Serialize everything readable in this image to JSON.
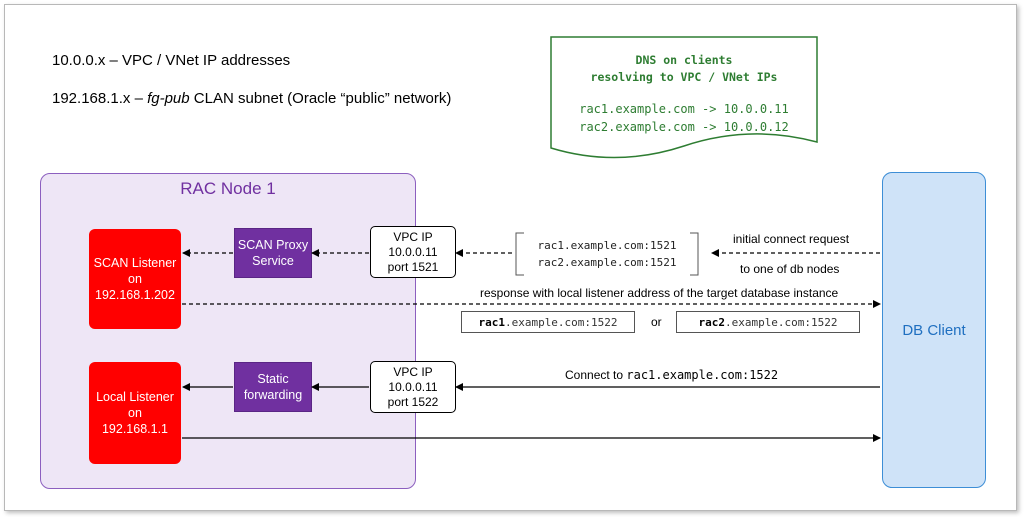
{
  "legend": {
    "line1": "10.0.0.x – VPC / VNet IP addresses",
    "line2_prefix": "192.168.1.x – ",
    "line2_italic": "fg-pub",
    "line2_suffix": " CLAN subnet (Oracle “public” network)"
  },
  "dns": {
    "title_line1": "DNS on clients",
    "title_line2": "resolving to VPC / VNet IPs",
    "records": [
      "rac1.example.com -> 10.0.0.11",
      "rac2.example.com -> 10.0.0.12"
    ]
  },
  "node": {
    "title": "RAC Node 1",
    "scan_listener": [
      "SCAN Listener",
      "on",
      "192.168.1.202"
    ],
    "local_listener": [
      "Local Listener",
      "on",
      "192.168.1.1"
    ],
    "scan_proxy": [
      "SCAN Proxy",
      "Service"
    ],
    "static_forwarding": [
      "Static",
      "forwarding"
    ]
  },
  "vpc_top": [
    "VPC IP",
    "10.0.0.11",
    "port 1521"
  ],
  "vpc_bottom": [
    "VPC IP",
    "10.0.0.11",
    "port 1522"
  ],
  "scan_addresses": [
    "rac1.example.com:1521",
    "rac2.example.com:1521"
  ],
  "client": {
    "label": "DB Client"
  },
  "labels": {
    "initial_request": "initial connect request",
    "to_one_node": "to one of db nodes",
    "response": "response with local listener address of the target database instance",
    "or": "or",
    "connect_prefix": "Connect to ",
    "connect_addr": "rac1.example.com:1522"
  },
  "addr_boxes": [
    {
      "bold": "rac1",
      "rest": ".example.com:1522"
    },
    {
      "bold": "rac2",
      "rest": ".example.com:1522"
    }
  ],
  "colors": {
    "node_fill": "#eee6f6",
    "node_border": "#8c5fbf",
    "listener": "#ff0000",
    "service": "#7030a0",
    "client_fill": "#cfe3f8",
    "client_border": "#3d8ed6",
    "dns_text": "#2e7d32"
  }
}
